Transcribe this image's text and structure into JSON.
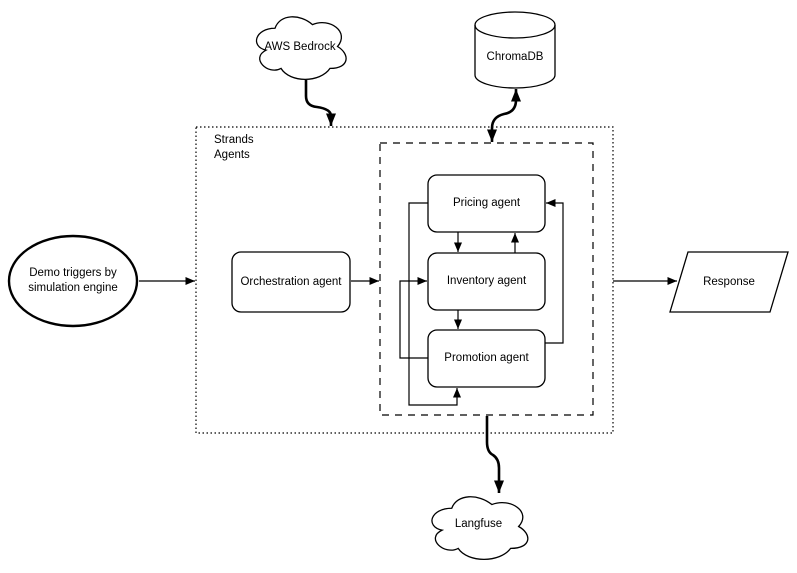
{
  "nodes": {
    "aws_bedrock": {
      "label": "AWS Bedrock",
      "shape": "cloud"
    },
    "chromadb": {
      "label": "ChromaDB",
      "shape": "cylinder"
    },
    "trigger": {
      "label": "Demo triggers by\nsimulation engine",
      "shape": "ellipse"
    },
    "strands": {
      "label": "Strands\nAgents",
      "shape": "dotted-container"
    },
    "orchestration": {
      "label": "Orchestration agent",
      "shape": "rounded-rect"
    },
    "agents_loop": {
      "shape": "dashed-container"
    },
    "pricing": {
      "label": "Pricing agent",
      "shape": "rounded-rect"
    },
    "inventory": {
      "label": "Inventory agent",
      "shape": "rounded-rect"
    },
    "promotion": {
      "label": "Promotion agent",
      "shape": "rounded-rect"
    },
    "response": {
      "label": "Response",
      "shape": "parallelogram"
    },
    "langfuse": {
      "label": "Langfuse",
      "shape": "cloud"
    }
  },
  "edges": [
    {
      "from": "trigger",
      "to": "strands"
    },
    {
      "from": "aws_bedrock",
      "to": "strands"
    },
    {
      "from": "chromadb",
      "to": "agents_loop",
      "bidirectional": true
    },
    {
      "from": "orchestration",
      "to": "agents_loop"
    },
    {
      "from": "pricing",
      "to": "inventory"
    },
    {
      "from": "inventory",
      "to": "pricing"
    },
    {
      "from": "inventory",
      "to": "promotion"
    },
    {
      "from": "promotion",
      "to": "inventory"
    },
    {
      "from": "promotion",
      "to": "pricing"
    },
    {
      "from": "pricing",
      "to": "promotion"
    },
    {
      "from": "strands",
      "to": "response"
    },
    {
      "from": "agents_loop",
      "to": "langfuse"
    }
  ],
  "colors": {
    "stroke": "#000000",
    "background": "#ffffff"
  }
}
